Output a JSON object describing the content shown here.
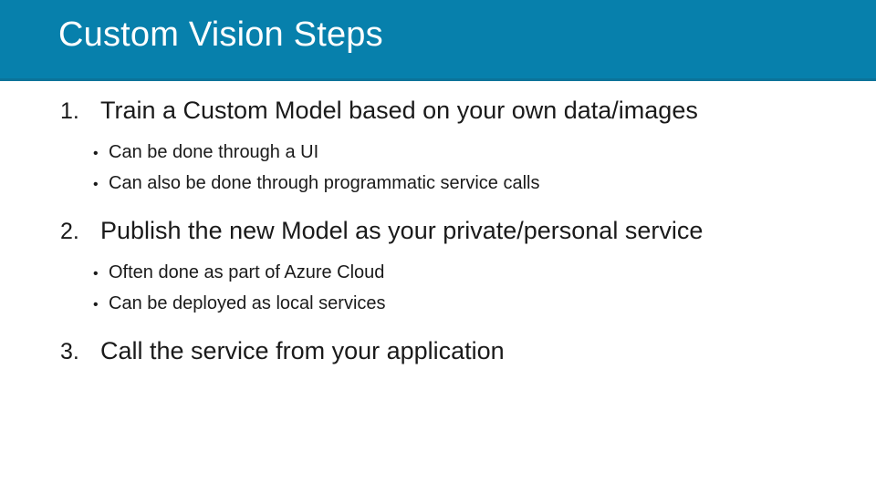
{
  "slide": {
    "title": "Custom Vision Steps",
    "title_band_color": "#0780AC",
    "title_text_color": "#FFFFFF",
    "background_color": "#FFFFFF",
    "body_text_color": "#1A1A1A",
    "bullet_glyph": "•",
    "items": [
      {
        "number": "1.",
        "text": "Train a Custom Model based on your own data/images",
        "subitems": [
          "Can be done through a UI",
          "Can also be done through programmatic service calls"
        ]
      },
      {
        "number": "2.",
        "text": "Publish the new Model as your private/personal service",
        "subitems": [
          "Often done as part of Azure Cloud",
          "Can be deployed as local services"
        ]
      },
      {
        "number": "3.",
        "text": "Call the service from your application",
        "subitems": []
      }
    ]
  }
}
